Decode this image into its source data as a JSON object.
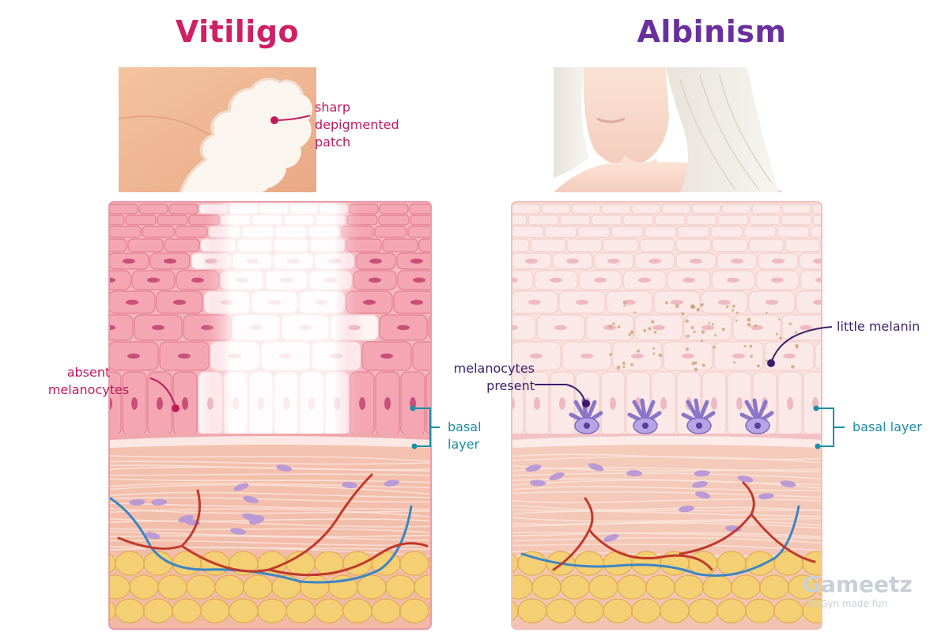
{
  "colors": {
    "vitiligo_title": "#cf1f65",
    "albinism_title": "#6a2f9c",
    "vitiligo_label": "#c2185b",
    "albinism_label": "#5a2a8a",
    "basal_layer_label": "#1b8fa8",
    "vessel_red": "#c0392b",
    "vessel_blue": "#3a86c4",
    "fat": "#f5cf74"
  },
  "titles": {
    "vitiligo": "Vitiligo",
    "albinism": "Albinism"
  },
  "vitiligo": {
    "patch_label": "sharp\ndepigmented\npatch",
    "melanocytes_label": "absent\nmelanocytes",
    "basal_label": "basal\nlayer"
  },
  "albinism": {
    "melanin_label": "little melanin",
    "melanocytes_label": "melanocytes\npresent",
    "basal_label": "basal layer"
  },
  "watermark": {
    "brand": "Gameetz",
    "tagline": "ObGyn made fun"
  }
}
